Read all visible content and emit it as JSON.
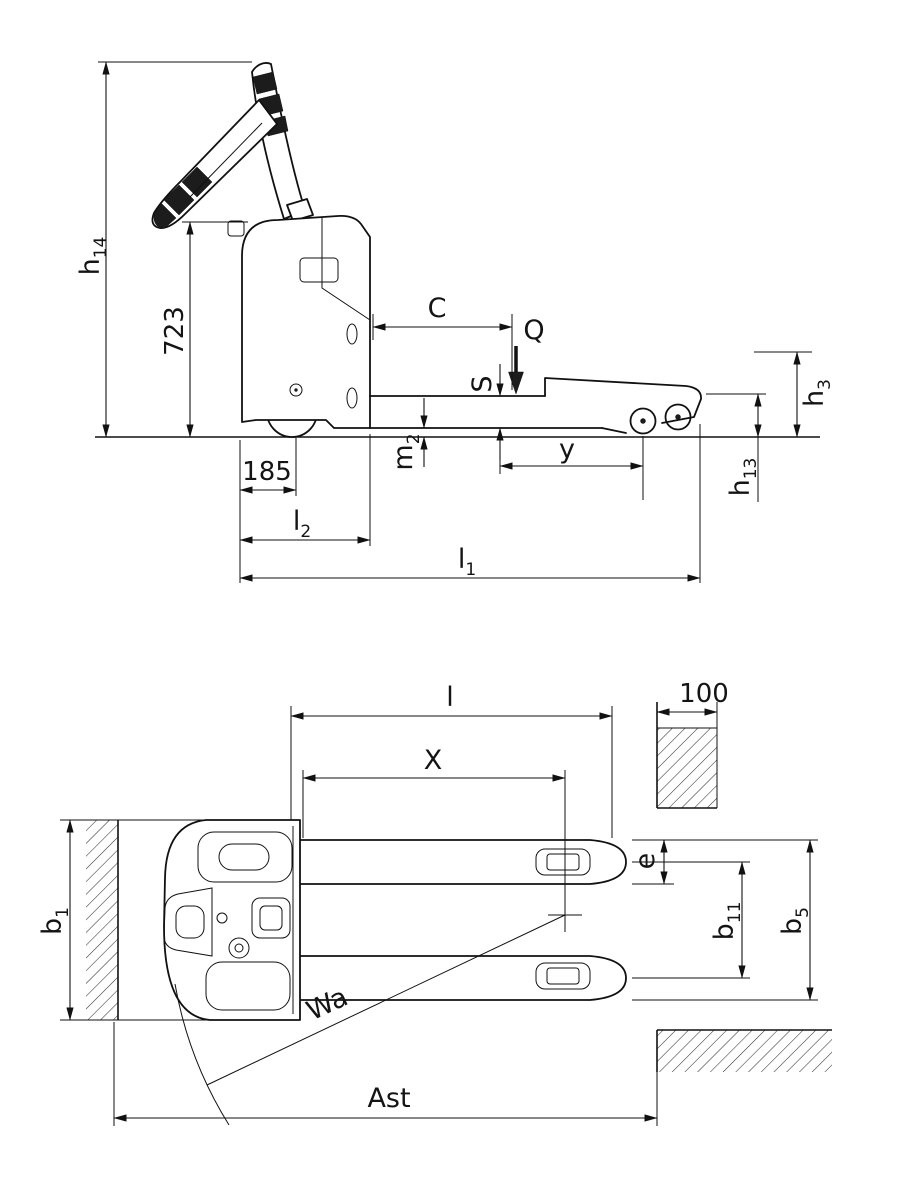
{
  "drawing": {
    "background": "#ffffff",
    "line_color": "#111111"
  },
  "side": {
    "h14": {
      "main": "h",
      "sub": "14"
    },
    "d723": {
      "main": "723",
      "sub": ""
    },
    "c": {
      "main": "C",
      "sub": ""
    },
    "q": {
      "main": "Q",
      "sub": ""
    },
    "s": {
      "main": "S",
      "sub": ""
    },
    "m2": {
      "main": "m",
      "sub": "2"
    },
    "y": {
      "main": "y",
      "sub": ""
    },
    "d185": {
      "main": "185",
      "sub": ""
    },
    "h3": {
      "main": "h",
      "sub": "3"
    },
    "h13": {
      "main": "h",
      "sub": "13"
    },
    "l2": {
      "main": "l",
      "sub": "2"
    },
    "l1": {
      "main": "l",
      "sub": "1"
    }
  },
  "plan": {
    "l": {
      "main": "l",
      "sub": ""
    },
    "d100": {
      "main": "100",
      "sub": ""
    },
    "x": {
      "main": "X",
      "sub": ""
    },
    "e": {
      "main": "e",
      "sub": ""
    },
    "b1": {
      "main": "b",
      "sub": "1"
    },
    "b11": {
      "main": "b",
      "sub": "11"
    },
    "b5": {
      "main": "b",
      "sub": "5"
    },
    "wa": {
      "main": "Wa",
      "sub": ""
    },
    "ast": {
      "main": "Ast",
      "sub": ""
    }
  }
}
